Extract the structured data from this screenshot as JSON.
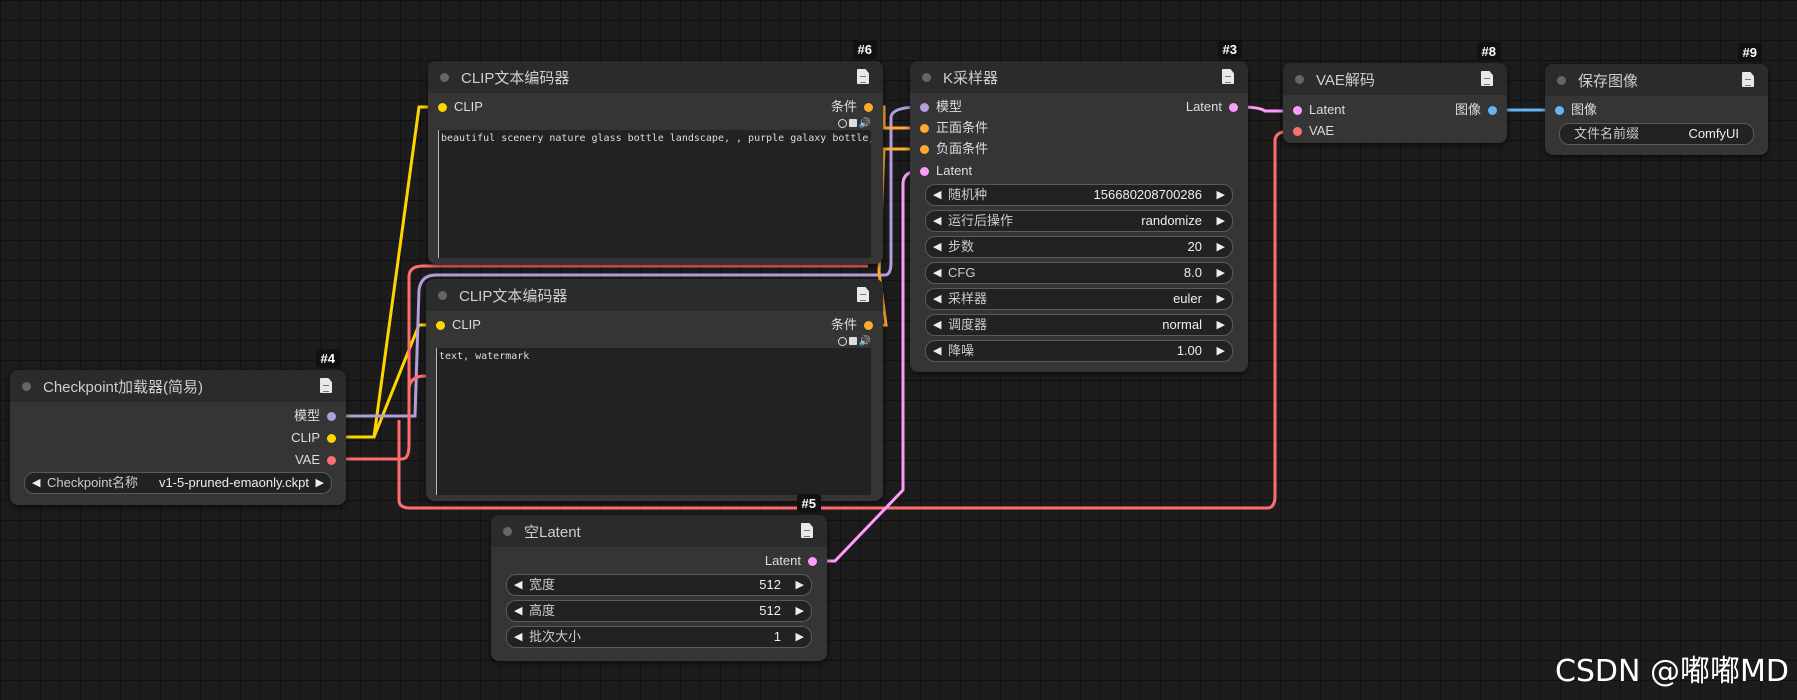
{
  "colors": {
    "clip": "#ffd500",
    "model": "#b39ddb",
    "vae": "#ff6e6e",
    "conditioning": "#ffa931",
    "latent": "#ff9cf9",
    "image": "#64b5f6"
  },
  "nodes": {
    "clip_pos": {
      "id": "#6",
      "title": "CLIP文本编码器",
      "input": "CLIP",
      "output": "条件",
      "text": "beautiful scenery nature glass bottle landscape, , purple galaxy bottle,"
    },
    "clip_neg": {
      "id": "#7",
      "title": "CLIP文本编码器",
      "input": "CLIP",
      "output": "条件",
      "text": "text, watermark"
    },
    "checkpoint": {
      "id": "#4",
      "title": "Checkpoint加载器(简易)",
      "outputs": [
        "模型",
        "CLIP",
        "VAE"
      ],
      "widget_label": "Checkpoint名称",
      "widget_value": "v1-5-pruned-emaonly.ckpt"
    },
    "ksampler": {
      "id": "#3",
      "title": "K采样器",
      "inputs": [
        "模型",
        "正面条件",
        "负面条件",
        "Latent"
      ],
      "output": "Latent",
      "widgets": [
        {
          "label": "随机种",
          "value": "156680208700286"
        },
        {
          "label": "运行后操作",
          "value": "randomize"
        },
        {
          "label": "步数",
          "value": "20"
        },
        {
          "label": "CFG",
          "value": "8.0"
        },
        {
          "label": "采样器",
          "value": "euler"
        },
        {
          "label": "调度器",
          "value": "normal"
        },
        {
          "label": "降噪",
          "value": "1.00"
        }
      ]
    },
    "vae_decode": {
      "id": "#8",
      "title": "VAE解码",
      "inputs": [
        "Latent",
        "VAE"
      ],
      "output": "图像"
    },
    "save_image": {
      "id": "#9",
      "title": "保存图像",
      "input": "图像",
      "widget_label": "文件名前缀",
      "widget_value": "ComfyUI"
    },
    "empty_latent": {
      "id": "#5",
      "title": "空Latent",
      "output": "Latent",
      "widgets": [
        {
          "label": "宽度",
          "value": "512"
        },
        {
          "label": "高度",
          "value": "512"
        },
        {
          "label": "批次大小",
          "value": "1"
        }
      ]
    }
  },
  "watermark": "CSDN @嘟嘟MD"
}
